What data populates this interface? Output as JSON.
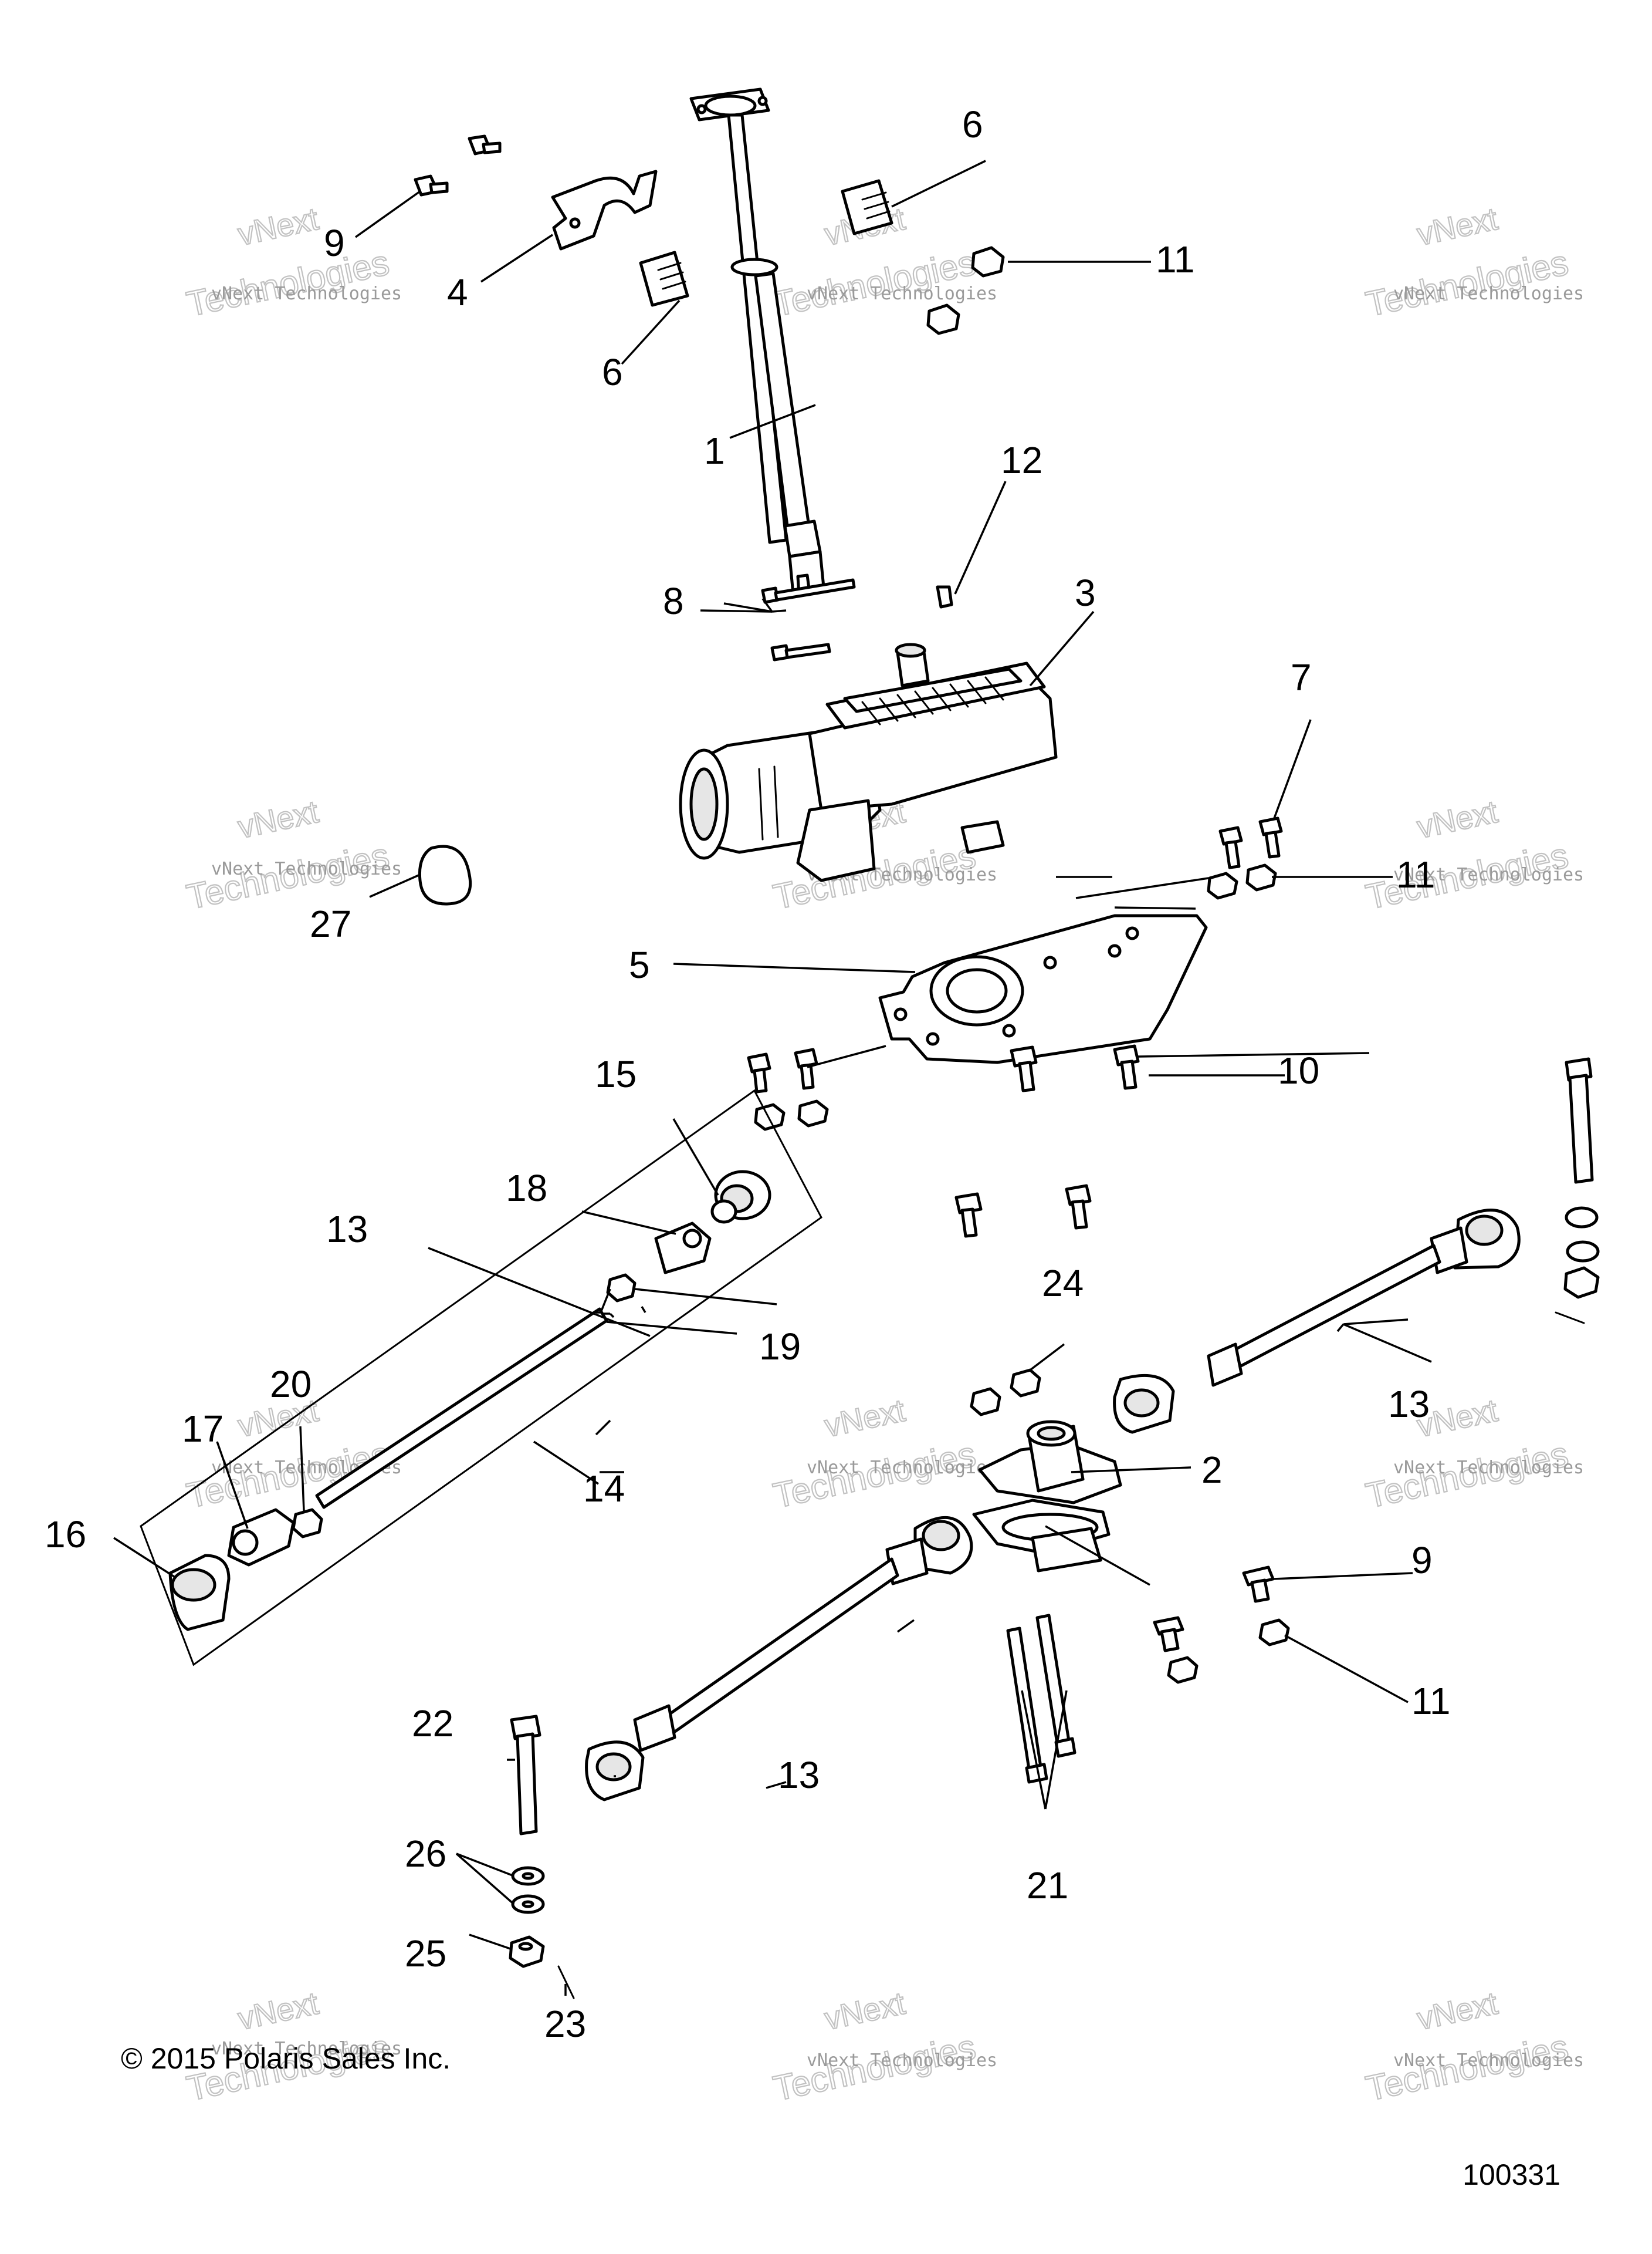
{
  "callouts": [
    "1",
    "2",
    "3",
    "4",
    "5",
    "6",
    "6",
    "7",
    "8",
    "9",
    "9",
    "10",
    "11",
    "11",
    "11",
    "12",
    "13",
    "13",
    "13",
    "14",
    "15",
    "16",
    "17",
    "18",
    "19",
    "20",
    "21",
    "22",
    "23",
    "24",
    "25",
    "26",
    "27"
  ],
  "watermark": {
    "brand": "vNext",
    "line": "vNext Technologies",
    "big": "Technologies"
  },
  "copyright": "© 2015 Polaris Sales Inc.",
  "diagram_number": "100331"
}
